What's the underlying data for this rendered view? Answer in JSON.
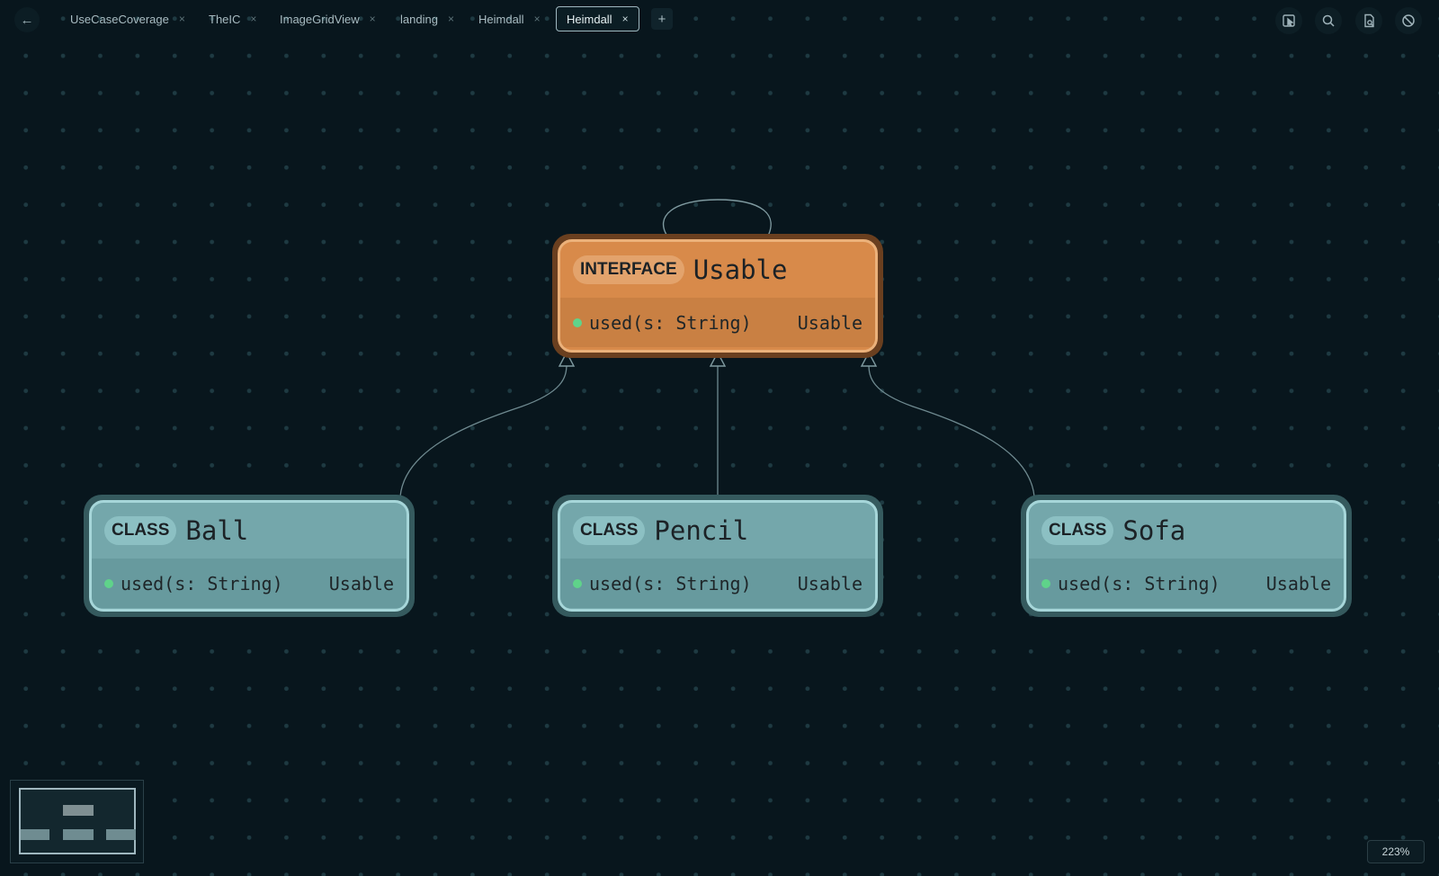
{
  "nav": {
    "back_icon": "←"
  },
  "tabs": [
    {
      "label": "UseCaseCoverage",
      "close": "×"
    },
    {
      "label": "TheIC",
      "close": "×"
    },
    {
      "label": "ImageGridView",
      "close": "×"
    },
    {
      "label": "landing",
      "close": "×"
    },
    {
      "label": "Heimdall",
      "close": "×"
    },
    {
      "label": "Heimdall",
      "close": "×",
      "active": true
    }
  ],
  "add_tab": "+",
  "toolbar": [
    "select-mode-icon",
    "search-icon",
    "export-icon",
    "hide-icon"
  ],
  "nodes": [
    {
      "kind": "INTERFACE",
      "name": "Usable",
      "member": "used(s: String)",
      "member_type": "Usable",
      "color": "#d88a4a"
    },
    {
      "kind": "CLASS",
      "name": "Ball",
      "member": "used(s: String)",
      "member_type": "Usable",
      "color": "#74a7ab"
    },
    {
      "kind": "CLASS",
      "name": "Pencil",
      "member": "used(s: String)",
      "member_type": "Usable",
      "color": "#74a7ab"
    },
    {
      "kind": "CLASS",
      "name": "Sofa",
      "member": "used(s: String)",
      "member_type": "Usable",
      "color": "#74a7ab"
    }
  ],
  "zoom": "223%"
}
